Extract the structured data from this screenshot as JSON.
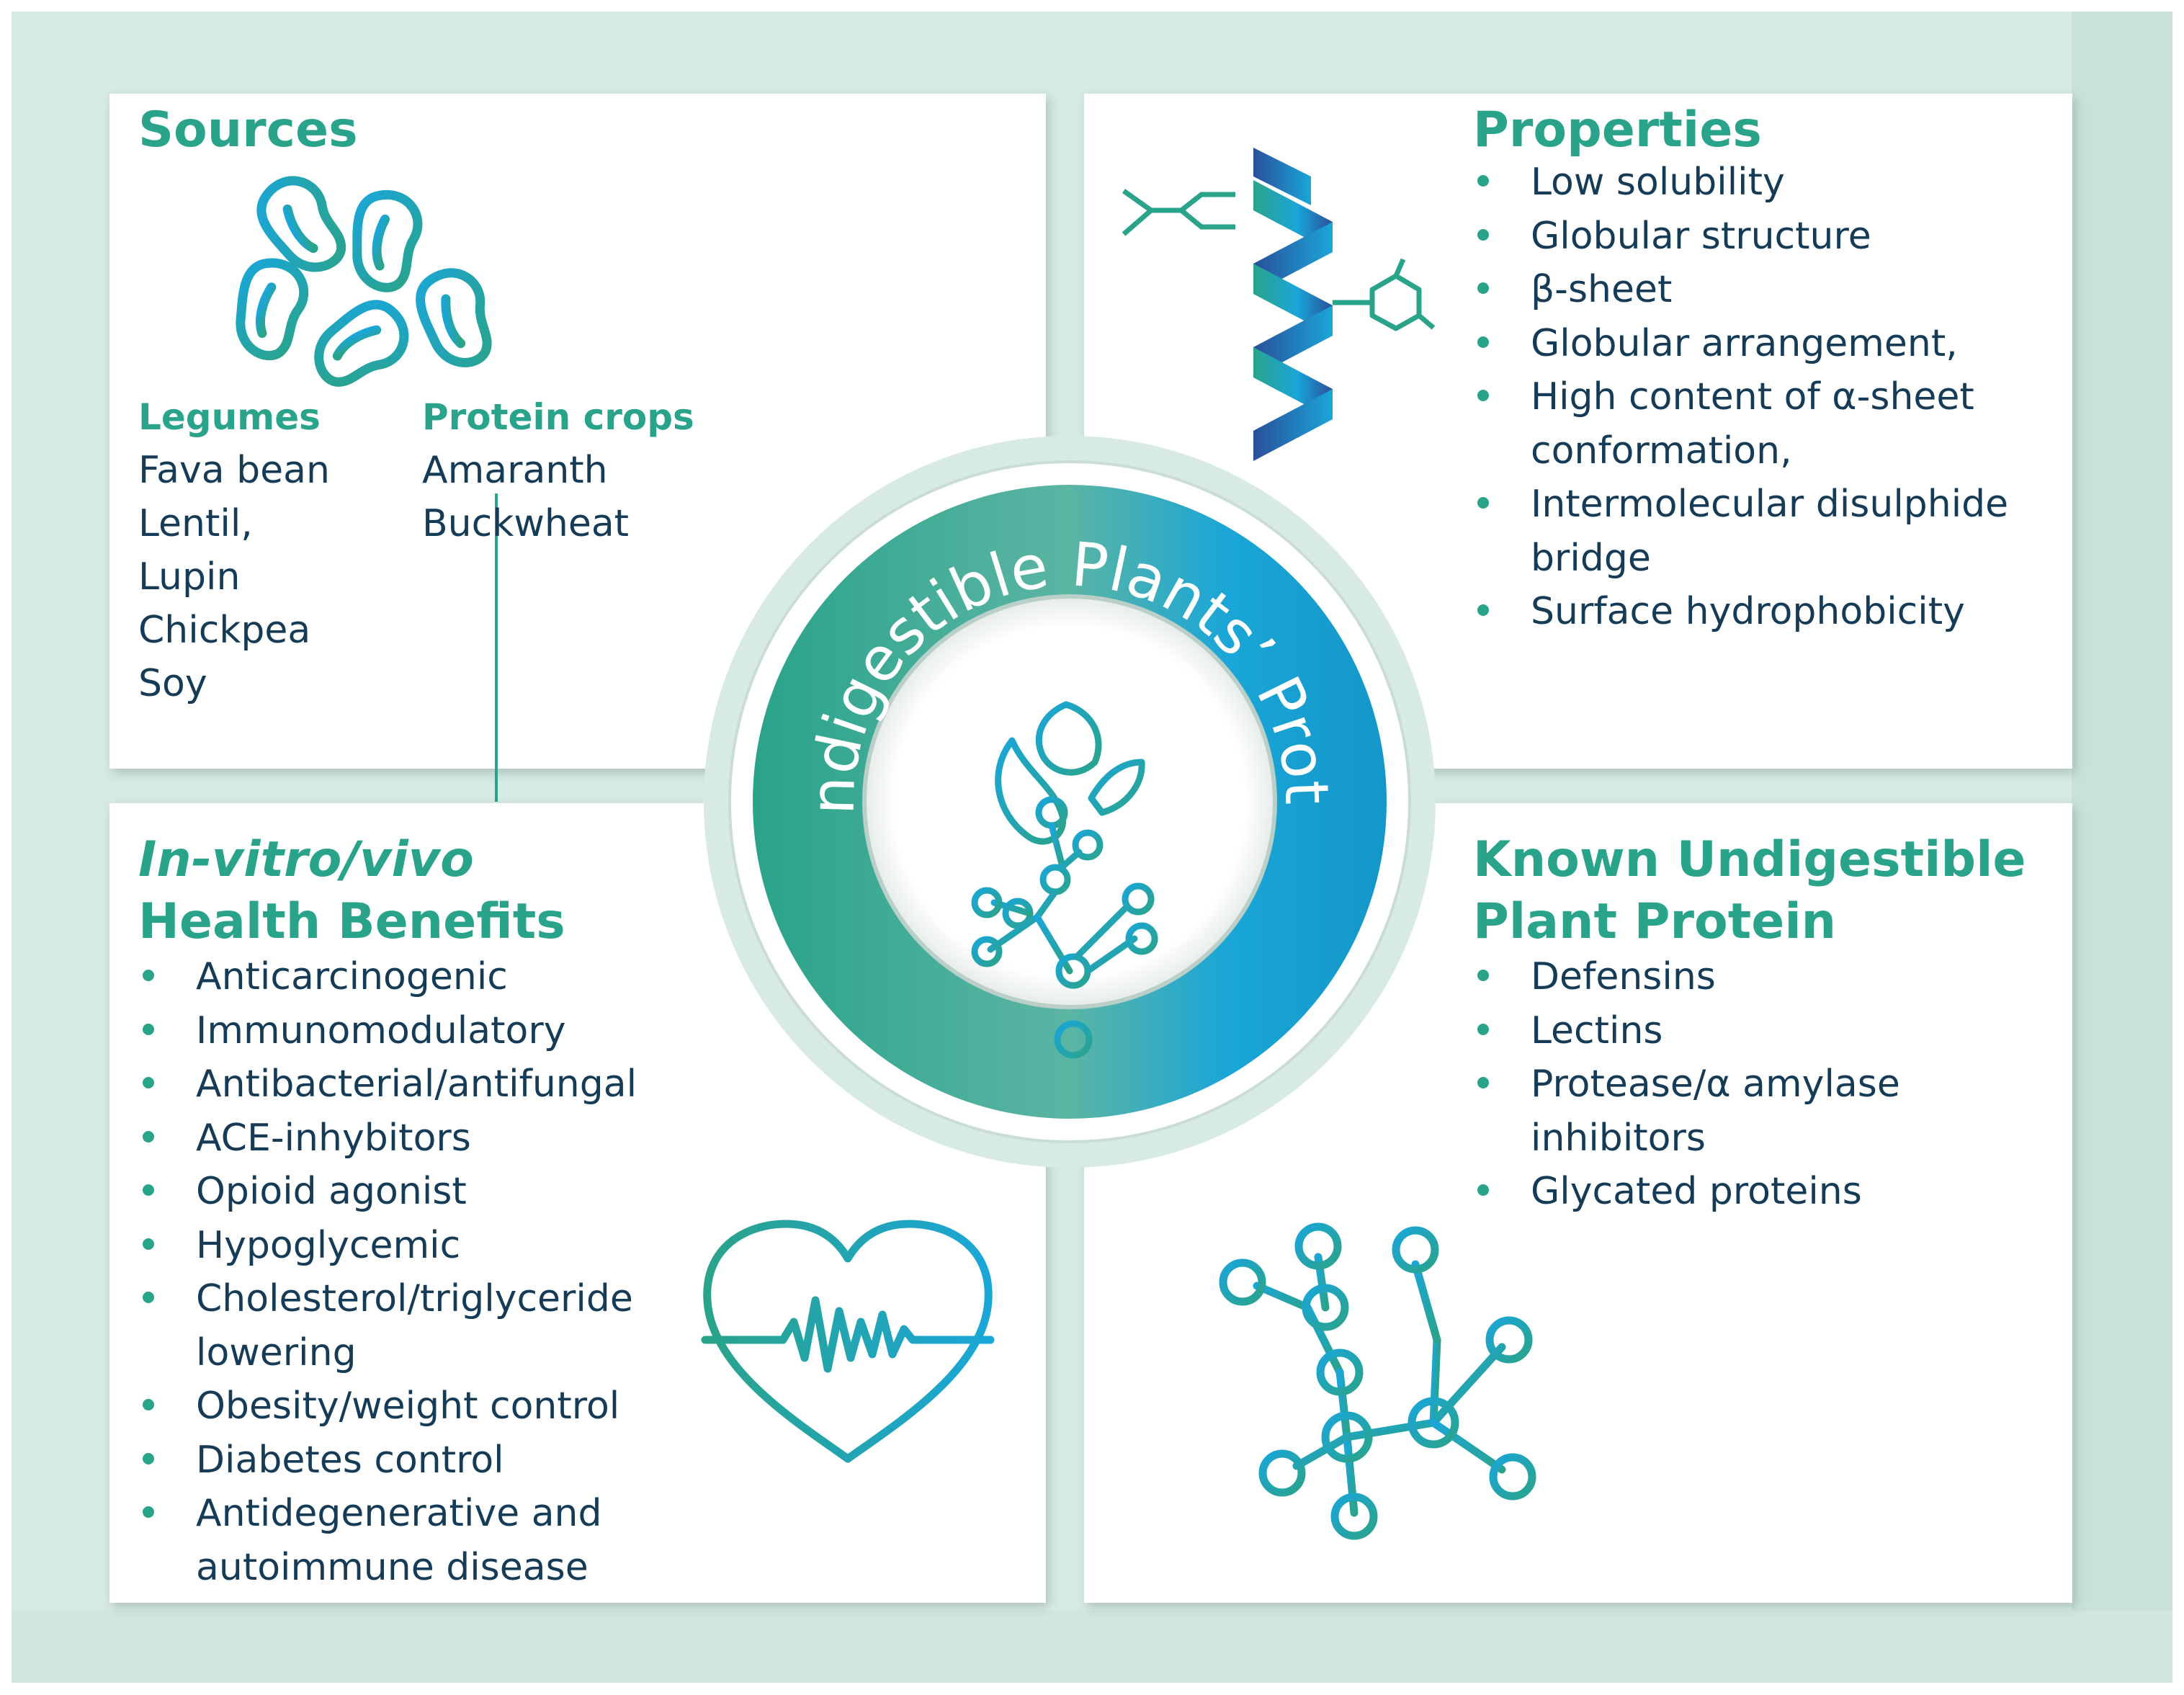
{
  "center": {
    "title": "Nondigestible Plants’ Protein"
  },
  "sources": {
    "title": "Sources",
    "icon": "beans-icon",
    "legumes_heading": "Legumes",
    "legumes": [
      "Fava bean",
      "Lentil,",
      "Lupin",
      "Chickpea",
      "Soy"
    ],
    "crops_heading": "Protein crops",
    "crops": [
      "Amaranth",
      "Buckwheat"
    ]
  },
  "properties": {
    "title": "Properties",
    "icon": "protein-helix-icon",
    "items": [
      "Low solubility",
      "Globular structure",
      "β-sheet",
      "Globular arrangement,",
      "High content of α-sheet conformation,",
      "Intermolecular disulphide bridge",
      "Surface hydrophobicity"
    ]
  },
  "health": {
    "title_italic": "In-vitro/vivo",
    "title": "Health Benefits",
    "icon": "heart-pulse-icon",
    "items": [
      "Anticarcinogenic",
      "Immunomodulatory",
      "Antibacterial/antifungal",
      "ACE-inhybitors",
      "Opioid agonist",
      "Hypoglycemic",
      "Cholesterol/triglyceride lowering",
      "Obesity/weight control",
      "Diabetes control",
      "Antidegenerative and autoimmune disease"
    ]
  },
  "known": {
    "title": "Known Undigestible Plant Protein",
    "icon": "molecule-network-icon",
    "items": [
      "Defensins",
      "Lectins",
      "Protease/α amylase inhibitors",
      "Glycated proteins"
    ]
  },
  "colors": {
    "background": "#d8ebe3",
    "title_green": "#2aa38b",
    "text_navy": "#163b56",
    "accent_blue": "#1aa6d8"
  }
}
